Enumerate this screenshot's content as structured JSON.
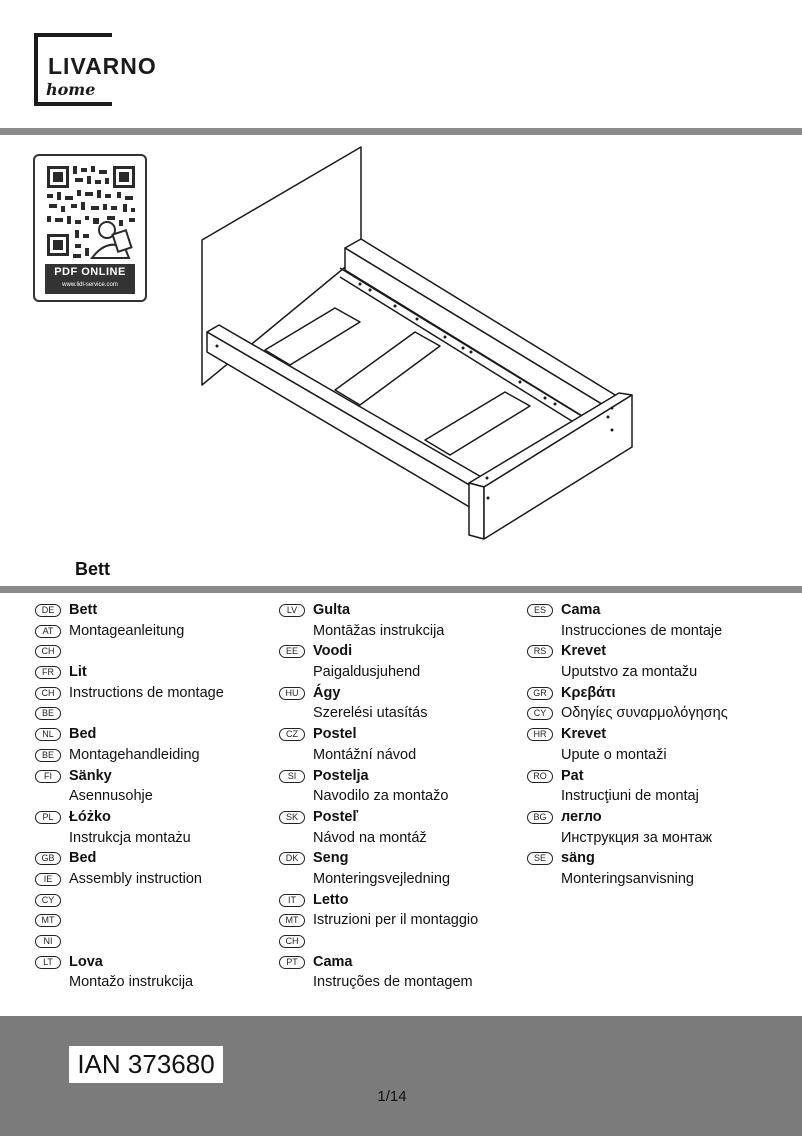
{
  "brand": {
    "name": "LIVARNO",
    "sub": "home"
  },
  "pdf": {
    "label": "PDF ONLINE",
    "url": "www.lidl-service.com"
  },
  "product_title": "Bett",
  "ian": "IAN 373680",
  "page": "1/14",
  "colors": {
    "rule": "#8a8a8a",
    "footer": "#7b7b7b"
  },
  "columns": [
    [
      {
        "code": "DE",
        "text": "Bett",
        "bold": true
      },
      {
        "code": "AT",
        "text": "Montageanleitung",
        "bold": false
      },
      {
        "code": "CH",
        "text": "",
        "bold": false
      },
      {
        "code": "FR",
        "text": "Lit",
        "bold": true
      },
      {
        "code": "CH",
        "text": "Instructions de montage",
        "bold": false
      },
      {
        "code": "BE",
        "text": "",
        "bold": false
      },
      {
        "code": "NL",
        "text": "Bed",
        "bold": true
      },
      {
        "code": "BE",
        "text": "Montagehandleiding",
        "bold": false
      },
      {
        "code": "FI",
        "text": "Sänky",
        "bold": true
      },
      {
        "code": "",
        "text": "Asennusohje",
        "bold": false
      },
      {
        "code": "PL",
        "text": "Łóżko",
        "bold": true
      },
      {
        "code": "",
        "text": "Instrukcja montażu",
        "bold": false
      },
      {
        "code": "GB",
        "text": "Bed",
        "bold": true
      },
      {
        "code": "IE",
        "text": "Assembly instruction",
        "bold": false
      },
      {
        "code": "CY",
        "text": "",
        "bold": false
      },
      {
        "code": "MT",
        "text": "",
        "bold": false
      },
      {
        "code": "NI",
        "text": "",
        "bold": false
      },
      {
        "code": "LT",
        "text": "Lova",
        "bold": true
      },
      {
        "code": "",
        "text": "Montažo instrukcija",
        "bold": false
      }
    ],
    [
      {
        "code": "LV",
        "text": "Gulta",
        "bold": true
      },
      {
        "code": "",
        "text": "Montāžas instrukcija",
        "bold": false
      },
      {
        "code": "EE",
        "text": "Voodi",
        "bold": true
      },
      {
        "code": "",
        "text": "Paigaldusjuhend",
        "bold": false
      },
      {
        "code": "HU",
        "text": "Ágy",
        "bold": true
      },
      {
        "code": "",
        "text": "Szerelési utasítás",
        "bold": false
      },
      {
        "code": "CZ",
        "text": "Postel",
        "bold": true
      },
      {
        "code": "",
        "text": "Montážní návod",
        "bold": false
      },
      {
        "code": "SI",
        "text": "Postelja",
        "bold": true
      },
      {
        "code": "",
        "text": "Navodilo za montažo",
        "bold": false
      },
      {
        "code": "SK",
        "text": "Posteľ",
        "bold": true
      },
      {
        "code": "",
        "text": "Návod na montáž",
        "bold": false
      },
      {
        "code": "DK",
        "text": "Seng",
        "bold": true
      },
      {
        "code": "",
        "text": "Monteringsvejledning",
        "bold": false
      },
      {
        "code": "IT",
        "text": "Letto",
        "bold": true
      },
      {
        "code": "MT",
        "text": "Istruzioni per il montaggio",
        "bold": false
      },
      {
        "code": "CH",
        "text": "",
        "bold": false
      },
      {
        "code": "PT",
        "text": "Cama",
        "bold": true
      },
      {
        "code": "",
        "text": "Instruções de montagem",
        "bold": false
      }
    ],
    [
      {
        "code": "ES",
        "text": "Cama",
        "bold": true
      },
      {
        "code": "",
        "text": "Instrucciones de montaje",
        "bold": false
      },
      {
        "code": "RS",
        "text": "Krevet",
        "bold": true
      },
      {
        "code": "",
        "text": "Uputstvo za montažu",
        "bold": false
      },
      {
        "code": "GR",
        "text": "Κρεβάτι",
        "bold": true
      },
      {
        "code": "CY",
        "text": "Οδηγίες συναρμολόγησης",
        "bold": false
      },
      {
        "code": "HR",
        "text": "Krevet",
        "bold": true
      },
      {
        "code": "",
        "text": "Upute o montaži",
        "bold": false
      },
      {
        "code": "RO",
        "text": "Pat",
        "bold": true
      },
      {
        "code": "",
        "text": "Instrucţiuni de montaj",
        "bold": false
      },
      {
        "code": "BG",
        "text": "легло",
        "bold": true
      },
      {
        "code": "",
        "text": "Инструкция за монтаж",
        "bold": false
      },
      {
        "code": "SE",
        "text": "säng",
        "bold": true
      },
      {
        "code": "",
        "text": "Monteringsanvisning",
        "bold": false
      }
    ]
  ]
}
